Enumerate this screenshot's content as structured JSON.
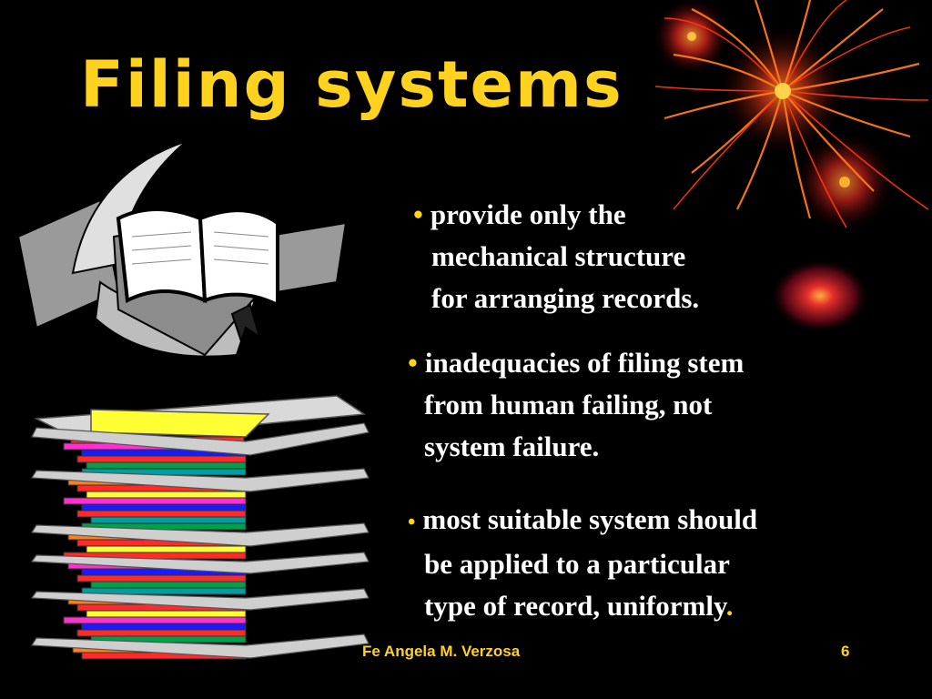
{
  "slide": {
    "title": "Filing systems",
    "bullets": [
      {
        "marker": "•",
        "lines": [
          "provide only the",
          "mechanical structure",
          "for arranging records."
        ]
      },
      {
        "marker": "•",
        "lines": [
          "inadequacies of filing stem",
          "from human failing, not",
          "system failure."
        ]
      },
      {
        "marker": "•",
        "lines": [
          "most suitable system should",
          "be applied to a particular",
          "type of record, uniformly"
        ],
        "trailing": "."
      }
    ],
    "footer": {
      "author": "Fe Angela M. Verzosa",
      "page_number": "6"
    }
  },
  "colors": {
    "background": "#000000",
    "title": "#ffd21f",
    "body_text": "#ffffff",
    "accent": "#ffd21f"
  },
  "images": {
    "book": "open-book-clipart",
    "folders": "stacked-file-folders-clipart",
    "decoration": "red-firework-burst"
  }
}
